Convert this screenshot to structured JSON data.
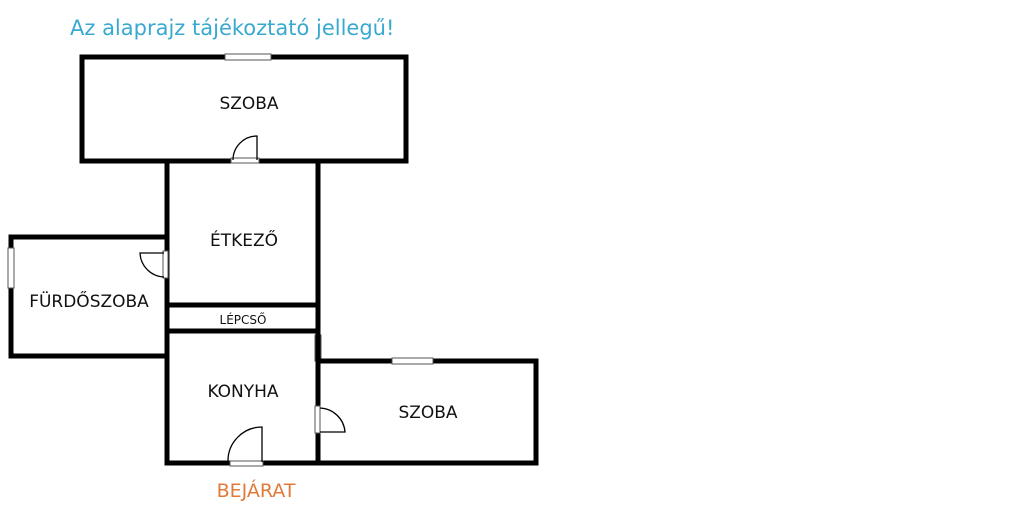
{
  "title": "Az alaprajz tájékoztató jellegű!",
  "rooms": {
    "szoba_top": "SZOBA",
    "etkezo": "ÉTKEZŐ",
    "furdoszoba": "FÜRDŐSZOBA",
    "lepcso": "LÉPCSŐ",
    "konyha": "KONYHA",
    "szoba_right": "SZOBA"
  },
  "entrance": "BEJÁRAT",
  "colors": {
    "title": "#3aa9d0",
    "entrance": "#e07a3a",
    "walls": "#000000"
  }
}
